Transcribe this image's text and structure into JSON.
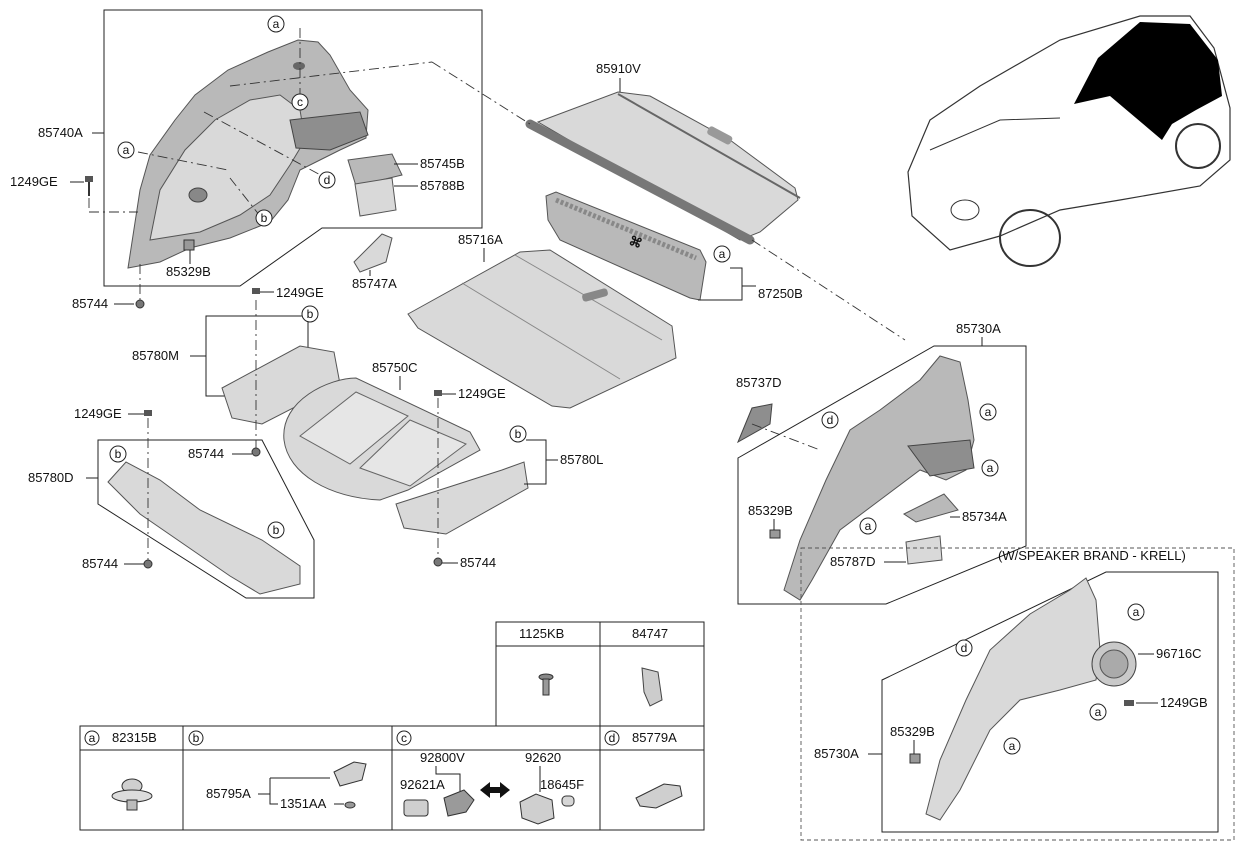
{
  "diagram": {
    "parts": {
      "p85740A": "85740A",
      "p1249GE_1": "1249GE",
      "p85329B_1": "85329B",
      "p85744_1": "85744",
      "p85745B": "85745B",
      "p85788B": "85788B",
      "p85747A": "85747A",
      "p85910V": "85910V",
      "p85716A": "85716A",
      "p87250B": "87250B",
      "p1249GE_2": "1249GE",
      "p85780M": "85780M",
      "p85750C": "85750C",
      "p1249GE_3": "1249GE",
      "p1249GE_4": "1249GE",
      "p85744_2": "85744",
      "p85780D": "85780D",
      "p85744_3": "85744",
      "p85780L": "85780L",
      "p85744_4": "85744",
      "p85730A_1": "85730A",
      "p85737D": "85737D",
      "p85329B_2": "85329B",
      "p85734A": "85734A",
      "p85787D": "85787D",
      "speaker_note": "(W/SPEAKER BRAND - KRELL)",
      "p96716C": "96716C",
      "p1249GB": "1249GB",
      "p85329B_3": "85329B",
      "p85730A_2": "85730A"
    },
    "circle_letters": [
      "a",
      "b",
      "c",
      "d"
    ],
    "legend": {
      "cells": [
        {
          "letter": "a",
          "code": "82315B"
        },
        {
          "letter": "b",
          "code": ""
        },
        {
          "letter": "c",
          "code": ""
        },
        {
          "letter": "d",
          "code": "85779A"
        }
      ],
      "top_cells": [
        {
          "code": "1125KB"
        },
        {
          "code": "84747"
        }
      ],
      "b_parts": [
        "85795A",
        "1351AA"
      ],
      "c_parts": [
        "92800V",
        "92620",
        "92621A",
        "18645F"
      ]
    }
  }
}
